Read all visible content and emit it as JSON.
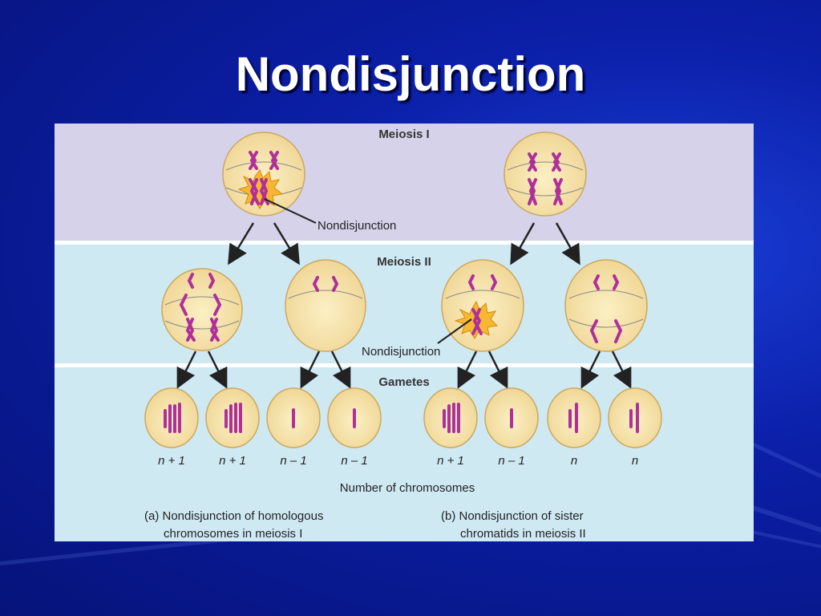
{
  "slide": {
    "title": "Nondisjunction"
  },
  "figure": {
    "stages": {
      "meiosis1": "Meiosis I",
      "meiosis2": "Meiosis II",
      "gametes": "Gametes"
    },
    "callouts": {
      "nondisjunction_a": "Nondisjunction",
      "nondisjunction_b": "Nondisjunction"
    },
    "gamete_counts": [
      "n + 1",
      "n + 1",
      "n – 1",
      "n – 1",
      "n + 1",
      "n – 1",
      "n",
      "n"
    ],
    "axis_label": "Number of chromosomes",
    "captions": {
      "a_line1": "(a) Nondisjunction of homologous",
      "a_line2": "chromosomes in meiosis I",
      "b_line1": "(b) Nondisjunction of sister",
      "b_line2": "chromatids in meiosis II"
    }
  },
  "colors": {
    "background": "#0b1fa8",
    "meiosis1_band": "#d6d2ea",
    "lower_bands": "#cfe9f3",
    "cell_fill": "#f7e4a6",
    "chromosome": "#b0309a",
    "highlight": "#f7b733"
  }
}
